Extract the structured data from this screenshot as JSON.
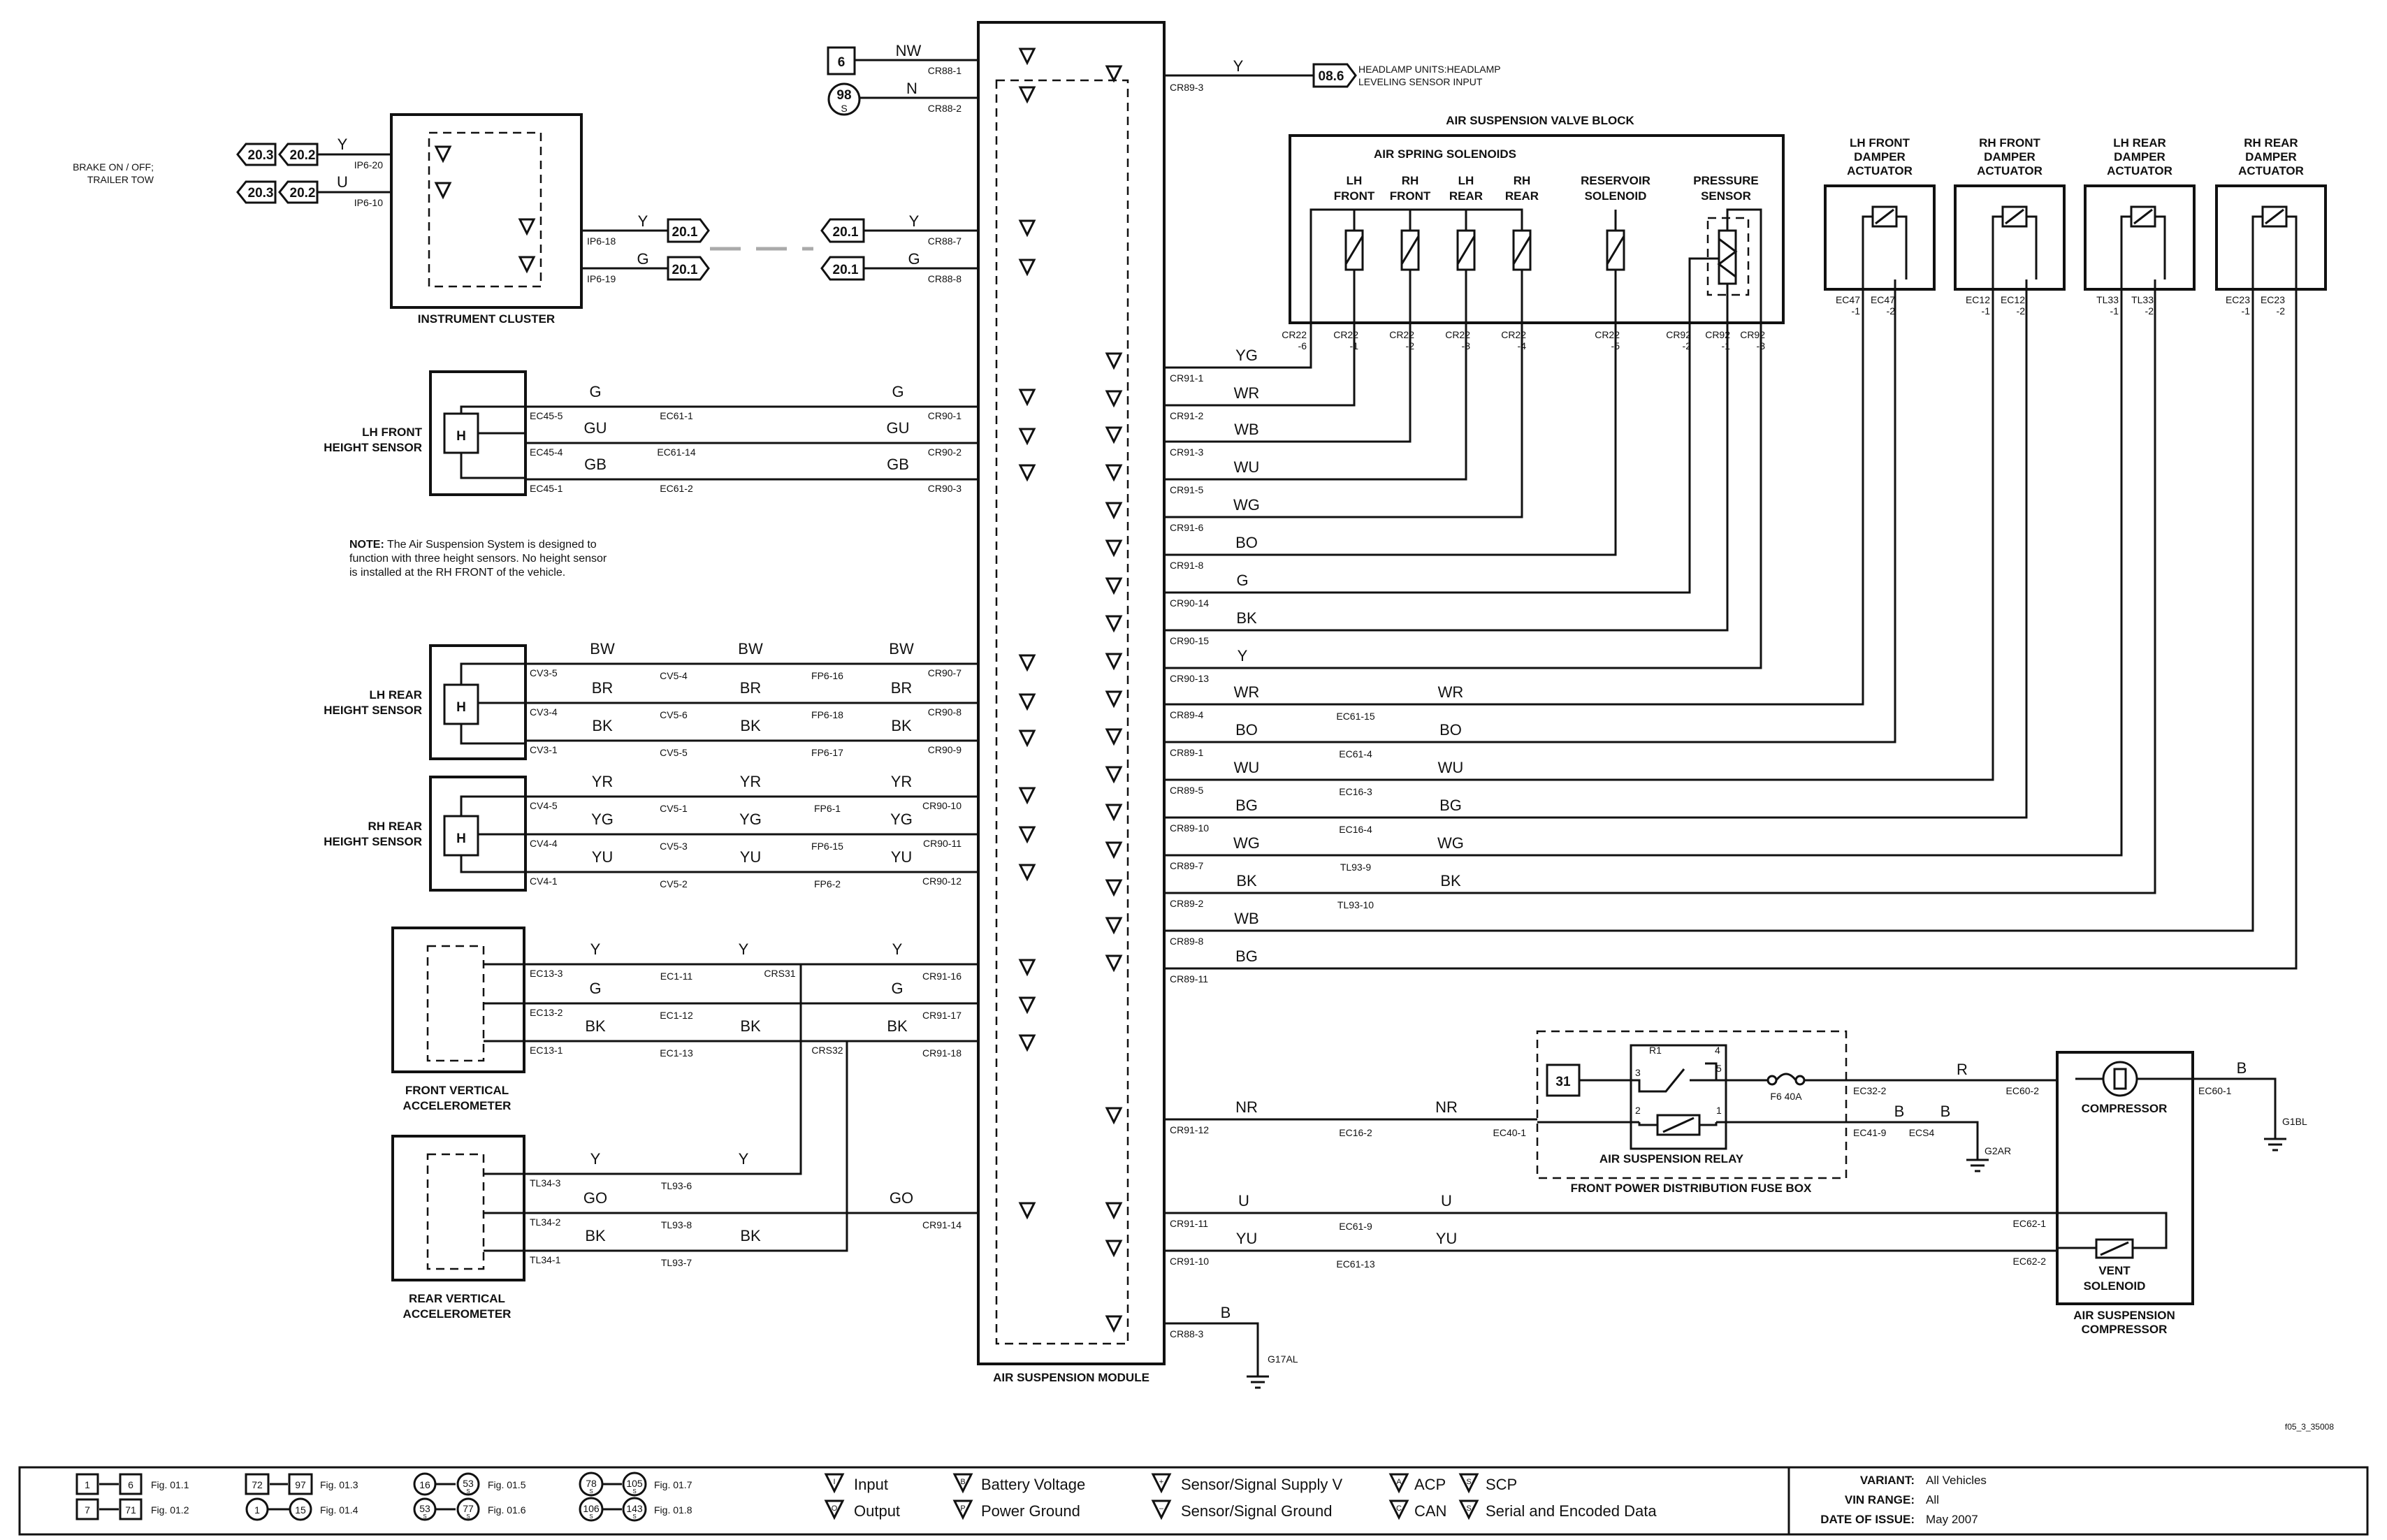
{
  "labels": {
    "module": "AIR SUSPENSION MODULE",
    "valve_block": "AIR SUSPENSION VALVE BLOCK",
    "air_spring": "AIR SPRING SOLENOIDS",
    "lh_front_sol": [
      "LH",
      "FRONT"
    ],
    "rh_front_sol": [
      "RH",
      "FRONT"
    ],
    "lh_rear_sol": [
      "LH",
      "REAR"
    ],
    "rh_rear_sol": [
      "RH",
      "REAR"
    ],
    "reservoir": [
      "RESERVOIR",
      "SOLENOID"
    ],
    "pressure": [
      "PRESSURE",
      "SENSOR"
    ],
    "instrument_cluster": "INSTRUMENT CLUSTER",
    "lh_front_height": [
      "LH FRONT",
      "HEIGHT SENSOR"
    ],
    "lh_rear_height": [
      "LH REAR",
      "HEIGHT SENSOR"
    ],
    "rh_rear_height": [
      "RH REAR",
      "HEIGHT SENSOR"
    ],
    "front_accel": [
      "FRONT VERTICAL",
      "ACCELEROMETER"
    ],
    "rear_accel": [
      "REAR VERTICAL",
      "ACCELEROMETER"
    ],
    "lh_front_damper": [
      "LH FRONT",
      "DAMPER",
      "ACTUATOR"
    ],
    "rh_front_damper": [
      "RH FRONT",
      "DAMPER",
      "ACTUATOR"
    ],
    "lh_rear_damper": [
      "LH REAR",
      "DAMPER",
      "ACTUATOR"
    ],
    "rh_rear_damper": [
      "RH REAR",
      "DAMPER",
      "ACTUATOR"
    ],
    "relay": "AIR SUSPENSION RELAY",
    "fuse_box": "FRONT POWER DISTRIBUTION FUSE BOX",
    "compressor": "COMPRESSOR",
    "vent": [
      "VENT",
      "SOLENOID"
    ],
    "compressor_assy": [
      "AIR SUSPENSION",
      "COMPRESSOR"
    ],
    "brake": [
      "BRAKE ON / OFF;",
      "TRAILER TOW"
    ],
    "headlamp": [
      "HEADLAMP UNITS:HEADLAMP",
      "LEVELING SENSOR INPUT"
    ],
    "fuse": "F6 40A",
    "r1": "R1",
    "fig_id": "f05_3_35008",
    "h": "H",
    "ref_6": "6",
    "ref_98": "98",
    "ref_98s": "S",
    "ref_31": "31",
    "ref_086": "08.6",
    "ref_201": "20.1",
    "ref_202": "20.2",
    "ref_203": "20.3"
  },
  "note": {
    "bold": "NOTE:",
    "lines": [
      " The Air Suspension System is designed to",
      "function with three height sensors. No height sensor",
      "is installed at the RH FRONT of the vehicle."
    ]
  },
  "wires": {
    "Y": "Y",
    "U": "U",
    "G": "G",
    "NW": "NW",
    "N": "N",
    "GU": "GU",
    "GB": "GB",
    "BW": "BW",
    "BR": "BR",
    "BK": "BK",
    "YR": "YR",
    "YG": "YG",
    "YU": "YU",
    "WR": "WR",
    "WB": "WB",
    "WU": "WU",
    "WG": "WG",
    "BO": "BO",
    "BG": "BG",
    "NR": "NR",
    "GO": "GO",
    "B": "B",
    "R": "R"
  },
  "connectors": {
    "ip6_20": "IP6-20",
    "ip6_10": "IP6-10",
    "ip6_18": "IP6-18",
    "ip6_19": "IP6-19",
    "cr88_1": "CR88-1",
    "cr88_2": "CR88-2",
    "cr88_7": "CR88-7",
    "cr88_8": "CR88-8",
    "cr88_3": "CR88-3",
    "cr89_3": "CR89-3",
    "cr89_4": "CR89-4",
    "cr89_1": "CR89-1",
    "cr89_5": "CR89-5",
    "cr89_10": "CR89-10",
    "cr89_7": "CR89-7",
    "cr89_2": "CR89-2",
    "cr89_8": "CR89-8",
    "cr89_11": "CR89-11",
    "cr90_1": "CR90-1",
    "cr90_2": "CR90-2",
    "cr90_3": "CR90-3",
    "cr90_7": "CR90-7",
    "cr90_8": "CR90-8",
    "cr90_9": "CR90-9",
    "cr90_10": "CR90-10",
    "cr90_11": "CR90-11",
    "cr90_12": "CR90-12",
    "cr90_13": "CR90-13",
    "cr90_14": "CR90-14",
    "cr90_15": "CR90-15",
    "cr91_1": "CR91-1",
    "cr91_2": "CR91-2",
    "cr91_3": "CR91-3",
    "cr91_5": "CR91-5",
    "cr91_6": "CR91-6",
    "cr91_8": "CR91-8",
    "cr91_16": "CR91-16",
    "cr91_17": "CR91-17",
    "cr91_18": "CR91-18",
    "cr91_14": "CR91-14",
    "cr91_12": "CR91-12",
    "cr91_11": "CR91-11",
    "cr91_10": "CR91-10",
    "ec45_5": "EC45-5",
    "ec45_4": "EC45-4",
    "ec45_1": "EC45-1",
    "ec61_1": "EC61-1",
    "ec61_14": "EC61-14",
    "ec61_2": "EC61-2",
    "cv3_5": "CV3-5",
    "cv3_4": "CV3-4",
    "cv3_1": "CV3-1",
    "cv5_4": "CV5-4",
    "cv5_6": "CV5-6",
    "cv5_5": "CV5-5",
    "fp6_16": "FP6-16",
    "fp6_18": "FP6-18",
    "fp6_17": "FP6-17",
    "cv4_5": "CV4-5",
    "cv4_4": "CV4-4",
    "cv4_1": "CV4-1",
    "cv5_1": "CV5-1",
    "cv5_3": "CV5-3",
    "cv5_2": "CV5-2",
    "fp6_1": "FP6-1",
    "fp6_15": "FP6-15",
    "fp6_2": "FP6-2",
    "ec13_3": "EC13-3",
    "ec13_2": "EC13-2",
    "ec13_1": "EC13-1",
    "ec1_11": "EC1-11",
    "ec1_12": "EC1-12",
    "ec1_13": "EC1-13",
    "crs31": "CRS31",
    "crs32": "CRS32",
    "tl34_3": "TL34-3",
    "tl34_2": "TL34-2",
    "tl34_1": "TL34-1",
    "tl93_6": "TL93-6",
    "tl93_8": "TL93-8",
    "tl93_7": "TL93-7",
    "ec61_15": "EC61-15",
    "ec61_4": "EC61-4",
    "ec16_3": "EC16-3",
    "ec16_4": "EC16-4",
    "tl93_9": "TL93-9",
    "tl93_10": "TL93-10",
    "ec16_2": "EC16-2",
    "ec40_1": "EC40-1",
    "ec61_9": "EC61-9",
    "ec61_13": "EC61-13",
    "ec32_2": "EC32-2",
    "ec41_9": "EC41-9",
    "ecs4": "ECS4",
    "g2ar": "G2AR",
    "g17al": "G17AL",
    "g1bl": "G1BL",
    "ec60_2": "EC60-2",
    "ec60_1": "EC60-1",
    "ec62_1": "EC62-1",
    "ec62_2": "EC62-2",
    "cr22": "CR22",
    "cr92": "CR92",
    "p6": "-6",
    "p1": "-1",
    "p2": "-2",
    "p3": "-3",
    "p4": "-4",
    "p5": "-5",
    "ec47": "EC47",
    "ec12": "EC12",
    "tl33": "TL33",
    "ec23": "EC23"
  },
  "pins": {
    "p1": "1",
    "p2": "2",
    "p3": "3",
    "p4": "4",
    "p5": "5"
  },
  "glyphs": {
    "I": "I",
    "O": "O",
    "B": "B",
    "P": "P",
    "S": "S",
    "C": "C",
    "A": "A",
    "plus": "+",
    "minus": "–"
  },
  "legend": {
    "figs": [
      {
        "a": "1",
        "b": "6",
        "fig": "Fig. 01.1"
      },
      {
        "a": "7",
        "b": "71",
        "fig": "Fig. 01.2"
      },
      {
        "a": "72",
        "b": "97",
        "fig": "Fig. 01.3"
      },
      {
        "a": "1",
        "b": "15",
        "fig": "Fig. 01.4"
      },
      {
        "a": "16",
        "b": "53",
        "fig": "Fig. 01.5"
      },
      {
        "a": "53",
        "b": "77",
        "fig": "Fig. 01.6"
      },
      {
        "a": "78",
        "b": "105",
        "fig": "Fig. 01.7"
      },
      {
        "a": "106",
        "b": "143",
        "fig": "Fig. 01.8"
      }
    ],
    "fig_sub": "S",
    "input": "Input",
    "output": "Output",
    "battery": "Battery Voltage",
    "ground": "Power Ground",
    "supply": "Sensor/Signal Supply V",
    "sig_ground": "Sensor/Signal Ground",
    "acp": "ACP",
    "can": "CAN",
    "scp": "SCP",
    "serial": "Serial and Encoded Data",
    "variant_label": "VARIANT:",
    "variant": "All Vehicles",
    "vin_label": "VIN RANGE:",
    "vin": "All",
    "date_label": "DATE OF ISSUE:",
    "date": "May 2007"
  }
}
